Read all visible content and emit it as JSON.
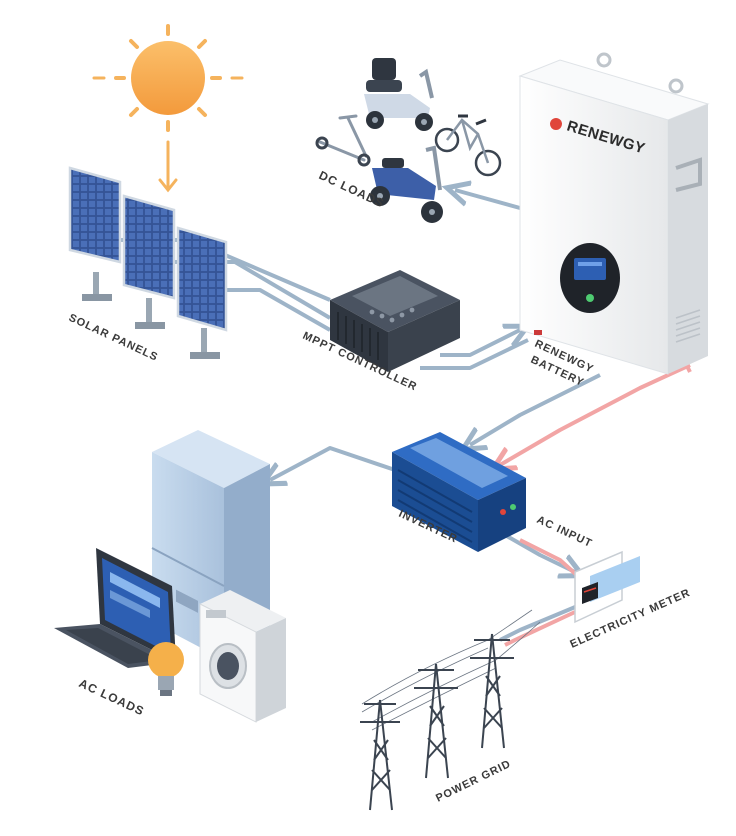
{
  "brand": {
    "name": "RENEWGY"
  },
  "labels": {
    "dc_loads": "DC LOADS",
    "solar_panels": "SOLAR PANELS",
    "mppt_controller": "MPPT CONTROLLER",
    "battery_line1": "RENEWGY",
    "battery_line2": "BATTERY",
    "inverter": "INVERTER",
    "ac_input": "AC INPUT",
    "electricity_meter": "ELECTRICITY METER",
    "ac_loads": "AC LOADS",
    "power_grid": "POWER GRID"
  },
  "colors": {
    "dc_line": "#9eb4c8",
    "ac_line": "#f2a5a5",
    "sun": "#f5a64a",
    "battery_body": "#f4f5f6",
    "inverter_blue": "#1f57a5",
    "fridge_blue": "#b9cfe6"
  }
}
